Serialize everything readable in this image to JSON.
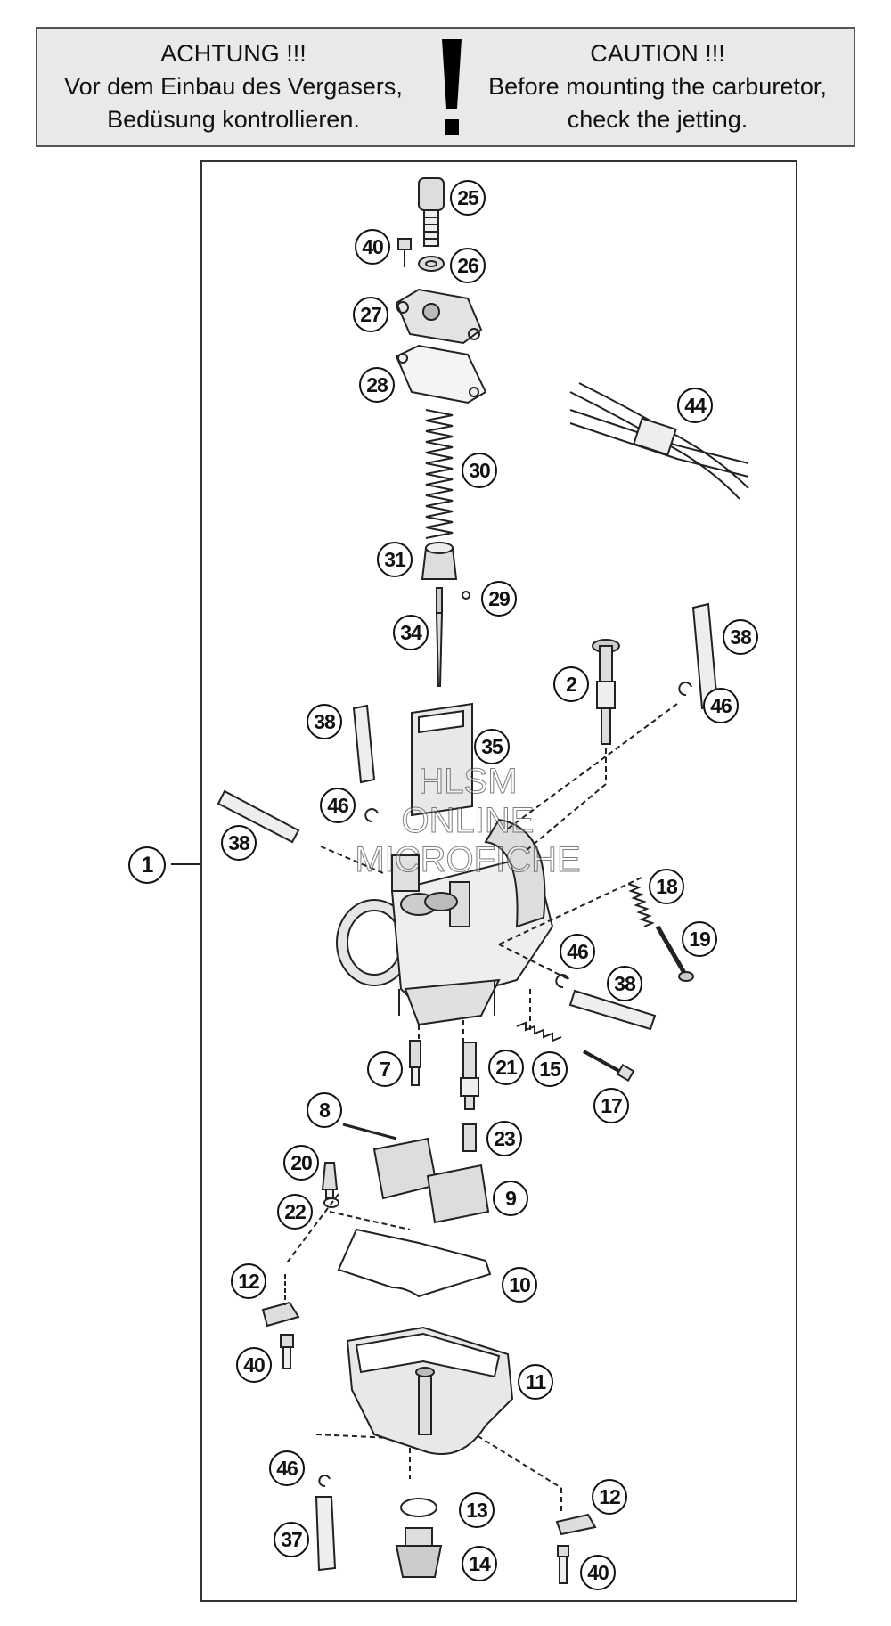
{
  "warning": {
    "de_title": "ACHTUNG !!!",
    "de_line1": "Vor dem Einbau des Vergasers,",
    "de_line2": "Bedüsung kontrollieren.",
    "en_title": "CAUTION !!!",
    "en_line1": "Before mounting the carburetor,",
    "en_line2": "check the jetting."
  },
  "watermark": {
    "line1": "HLSM",
    "line2": "ONLINE",
    "line3": "MICROFICHE"
  },
  "callouts": [
    {
      "id": "c1",
      "label": "1"
    },
    {
      "id": "c25",
      "label": "25"
    },
    {
      "id": "c40a",
      "label": "40"
    },
    {
      "id": "c26",
      "label": "26"
    },
    {
      "id": "c27",
      "label": "27"
    },
    {
      "id": "c28",
      "label": "28"
    },
    {
      "id": "c44",
      "label": "44"
    },
    {
      "id": "c30",
      "label": "30"
    },
    {
      "id": "c31",
      "label": "31"
    },
    {
      "id": "c29",
      "label": "29"
    },
    {
      "id": "c34",
      "label": "34"
    },
    {
      "id": "c38a",
      "label": "38"
    },
    {
      "id": "c2",
      "label": "2"
    },
    {
      "id": "c46a",
      "label": "46"
    },
    {
      "id": "c38b",
      "label": "38"
    },
    {
      "id": "c35",
      "label": "35"
    },
    {
      "id": "c46b",
      "label": "46"
    },
    {
      "id": "c38c",
      "label": "38"
    },
    {
      "id": "c18",
      "label": "18"
    },
    {
      "id": "c19",
      "label": "19"
    },
    {
      "id": "c46c",
      "label": "46"
    },
    {
      "id": "c38d",
      "label": "38"
    },
    {
      "id": "c7",
      "label": "7"
    },
    {
      "id": "c21",
      "label": "21"
    },
    {
      "id": "c15",
      "label": "15"
    },
    {
      "id": "c17",
      "label": "17"
    },
    {
      "id": "c8",
      "label": "8"
    },
    {
      "id": "c23",
      "label": "23"
    },
    {
      "id": "c20",
      "label": "20"
    },
    {
      "id": "c9",
      "label": "9"
    },
    {
      "id": "c22",
      "label": "22"
    },
    {
      "id": "c10",
      "label": "10"
    },
    {
      "id": "c12a",
      "label": "12"
    },
    {
      "id": "c40b",
      "label": "40"
    },
    {
      "id": "c11",
      "label": "11"
    },
    {
      "id": "c46d",
      "label": "46"
    },
    {
      "id": "c13",
      "label": "13"
    },
    {
      "id": "c12b",
      "label": "12"
    },
    {
      "id": "c37",
      "label": "37"
    },
    {
      "id": "c14",
      "label": "14"
    },
    {
      "id": "c40c",
      "label": "40"
    }
  ]
}
